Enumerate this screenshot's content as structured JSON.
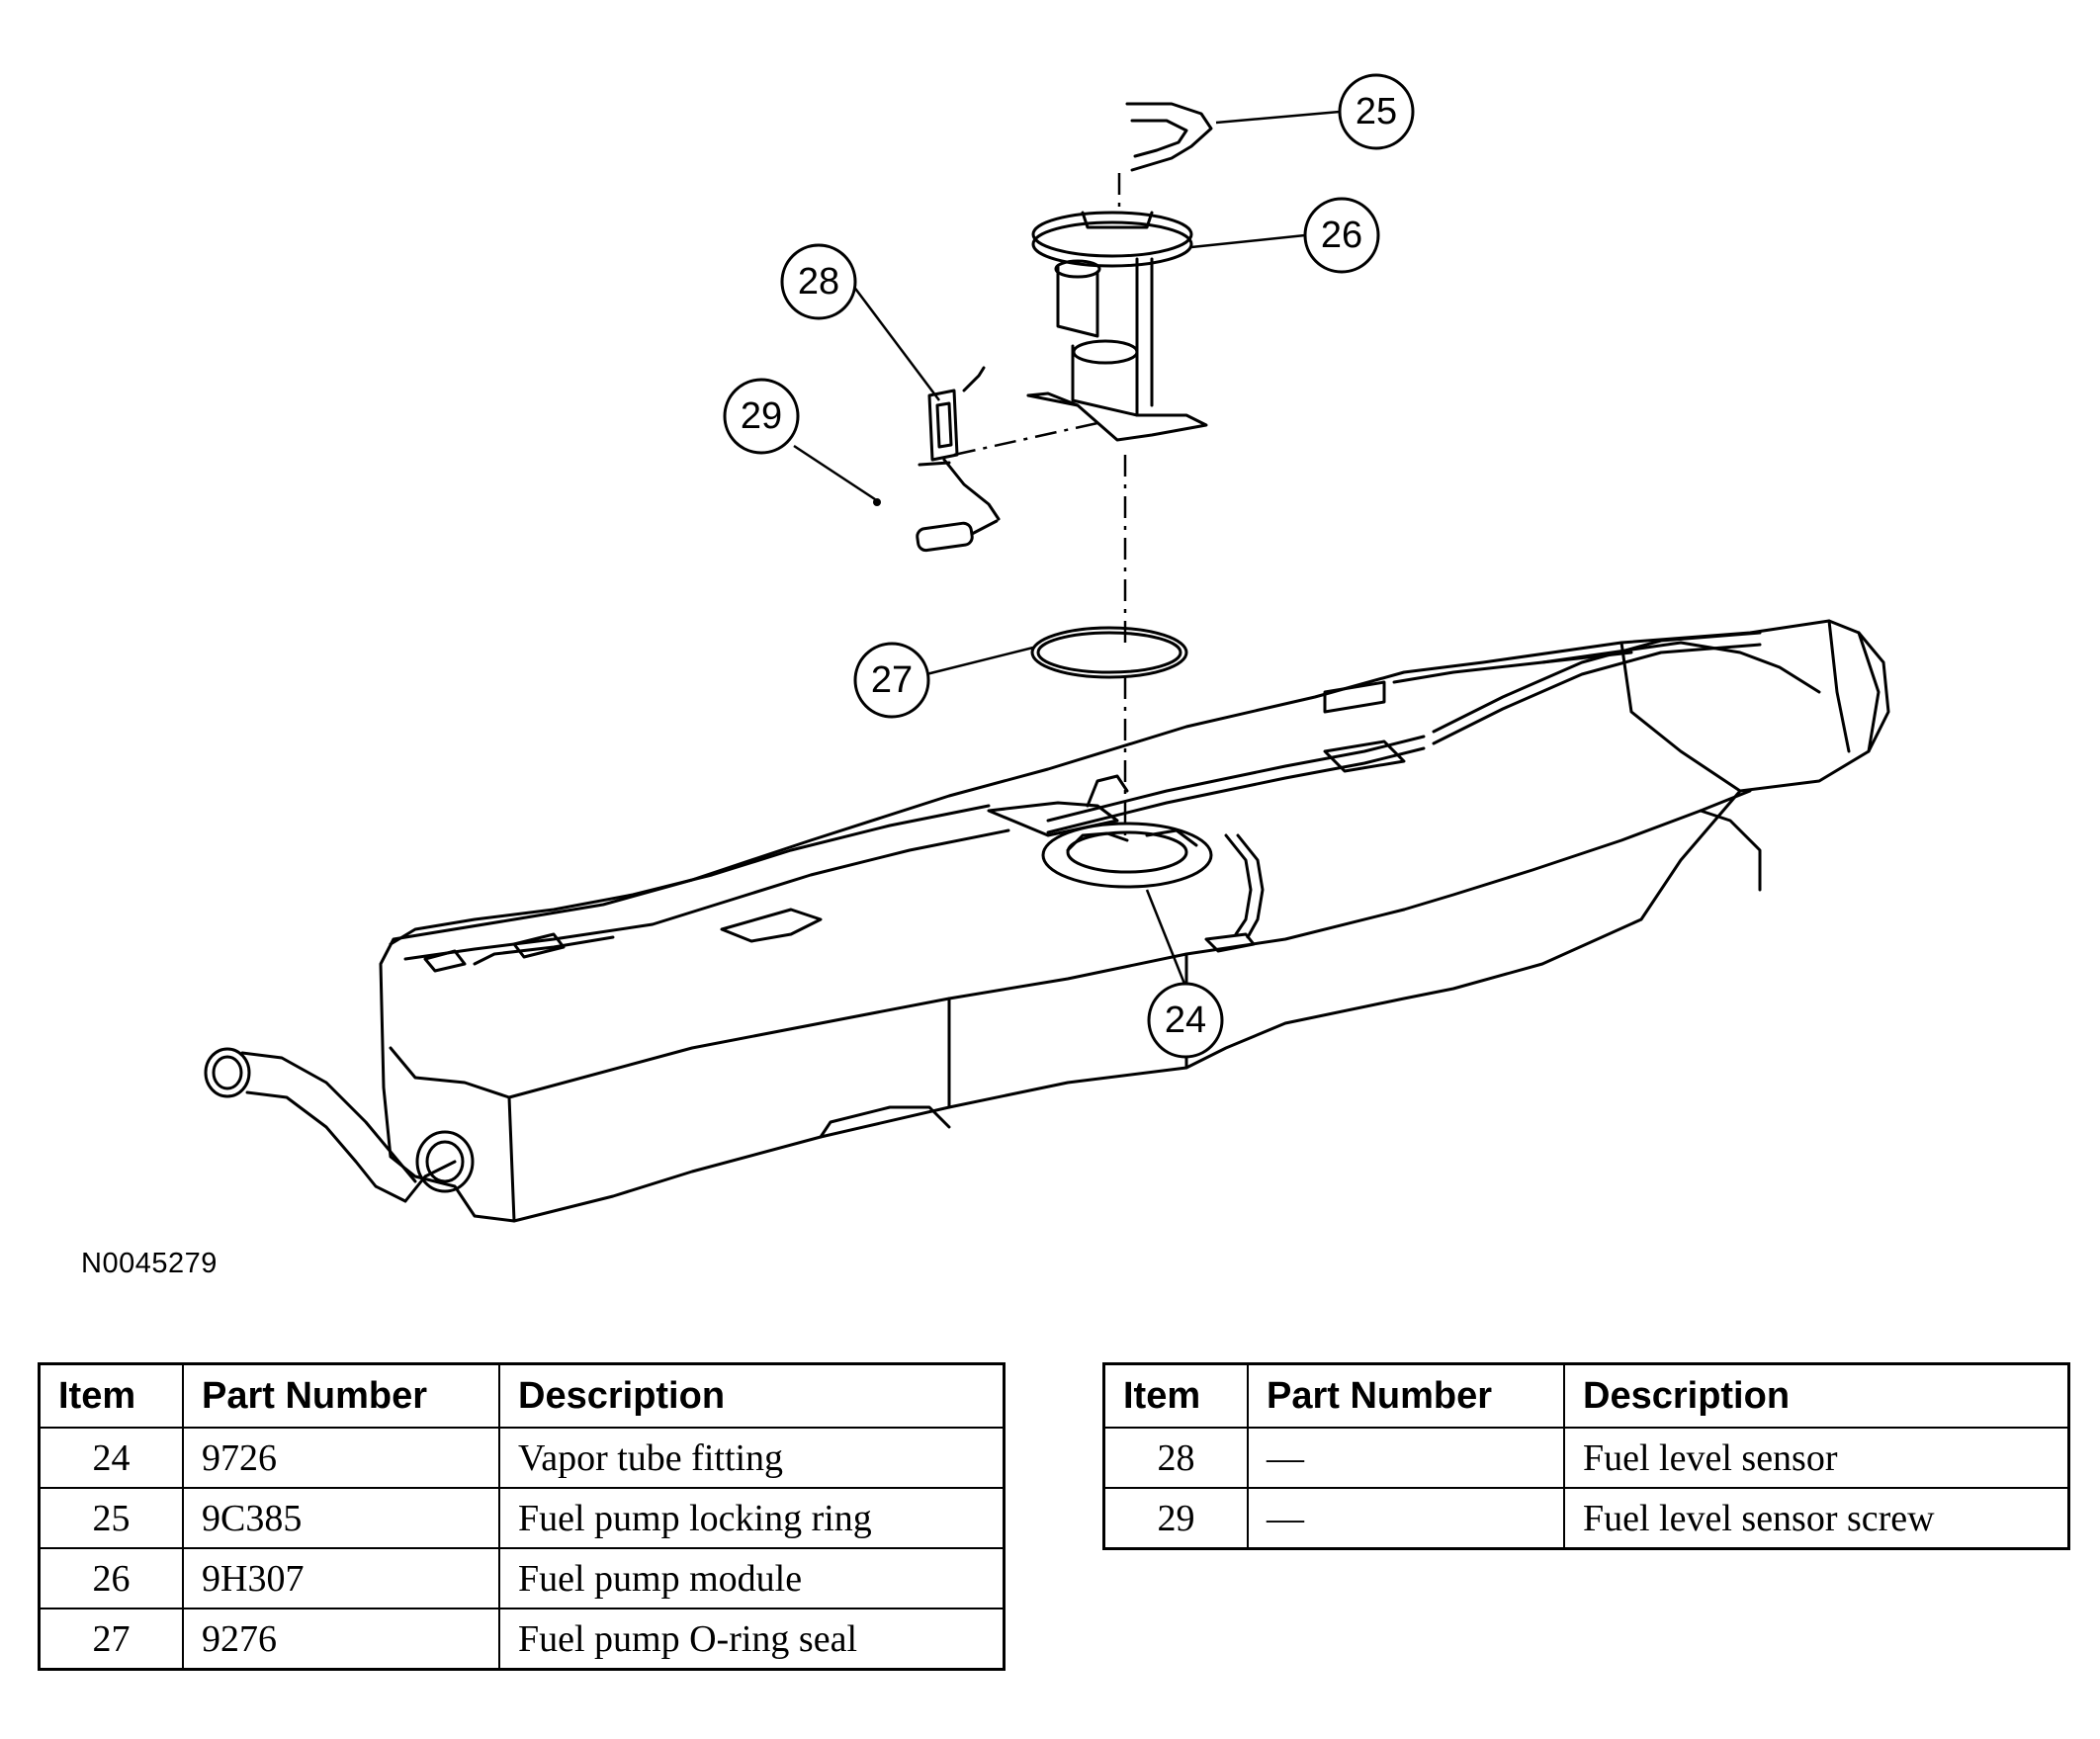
{
  "figure_id": "N0045279",
  "callouts": [
    "24",
    "25",
    "26",
    "27",
    "28",
    "29"
  ],
  "tables": [
    {
      "headers": [
        "Item",
        "Part Number",
        "Description"
      ],
      "rows": [
        [
          "24",
          "9726",
          "Vapor tube fitting"
        ],
        [
          "25",
          "9C385",
          "Fuel pump locking ring"
        ],
        [
          "26",
          "9H307",
          "Fuel pump module"
        ],
        [
          "27",
          "9276",
          "Fuel pump O-ring seal"
        ]
      ]
    },
    {
      "headers": [
        "Item",
        "Part Number",
        "Description"
      ],
      "rows": [
        [
          "28",
          "—",
          "Fuel level sensor"
        ],
        [
          "29",
          "—",
          "Fuel level sensor screw"
        ]
      ]
    }
  ]
}
